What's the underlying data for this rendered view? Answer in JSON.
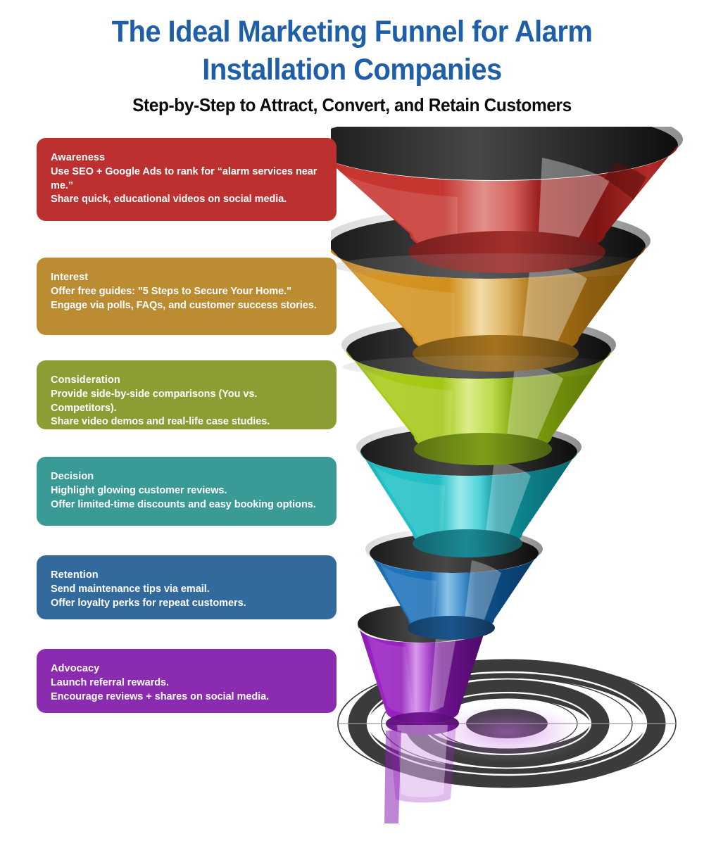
{
  "header": {
    "title": "The Ideal Marketing Funnel for Alarm Installation Companies",
    "subtitle": "Step-by-Step to Attract, Convert, and Retain Customers",
    "title_color": "#1E5FA8",
    "subtitle_color": "#0C0C0C"
  },
  "stages": [
    {
      "name": "Awareness",
      "body": "Use SEO + Google Ads to rank for “alarm services near me.”\nShare quick, educational videos on social media.",
      "card_color": "#BC3030",
      "funnel_color": "#C0392F",
      "funnel_color_dark": "#8E1C1C",
      "funnel_color_light": "#E08A86"
    },
    {
      "name": "Interest",
      "body": "Offer free guides: \"5 Steps to Secure Your Home.\"\nEngage via polls, FAQs, and customer success stories.",
      "card_color": "#BB8C32",
      "funnel_color": "#D0911F",
      "funnel_color_dark": "#8F6415",
      "funnel_color_light": "#EFD39A"
    },
    {
      "name": "Consideration",
      "body": "Provide side-by-side comparisons (You vs. Competitors).\nShare video demos and real-life case studies.",
      "card_color": "#8A9E33",
      "funnel_color": "#A3C617",
      "funnel_color_dark": "#6E8A0E",
      "funnel_color_light": "#D3E86A"
    },
    {
      "name": "Decision",
      "body": "Highlight glowing customer reviews.\nOffer limited-time discounts and easy booking options.",
      "card_color": "#3A9B96",
      "funnel_color": "#1EBFC4",
      "funnel_color_dark": "#0E7F8C",
      "funnel_color_light": "#8EE4E8"
    },
    {
      "name": "Retention",
      "body": "Send maintenance tips via email.\nOffer loyalty perks for repeat customers.",
      "card_color": "#336A9E",
      "funnel_color": "#1B6FB5",
      "funnel_color_dark": "#0C4678",
      "funnel_color_light": "#7FB6E0"
    },
    {
      "name": "Advocacy",
      "body": "Launch referral rewards.\nEncourage reviews + shares on social media.",
      "card_color": "#8A2BB0",
      "funnel_color": "#9B23C4",
      "funnel_color_dark": "#5E1278",
      "funnel_color_light": "#D98FEC"
    }
  ],
  "funnel": {
    "label": "3d-layered-funnel",
    "tier_count": 6,
    "target": {
      "label": "bullseye-target",
      "ring_color": "#3B3B3B",
      "ring_count": 3,
      "crosshair": true
    }
  }
}
